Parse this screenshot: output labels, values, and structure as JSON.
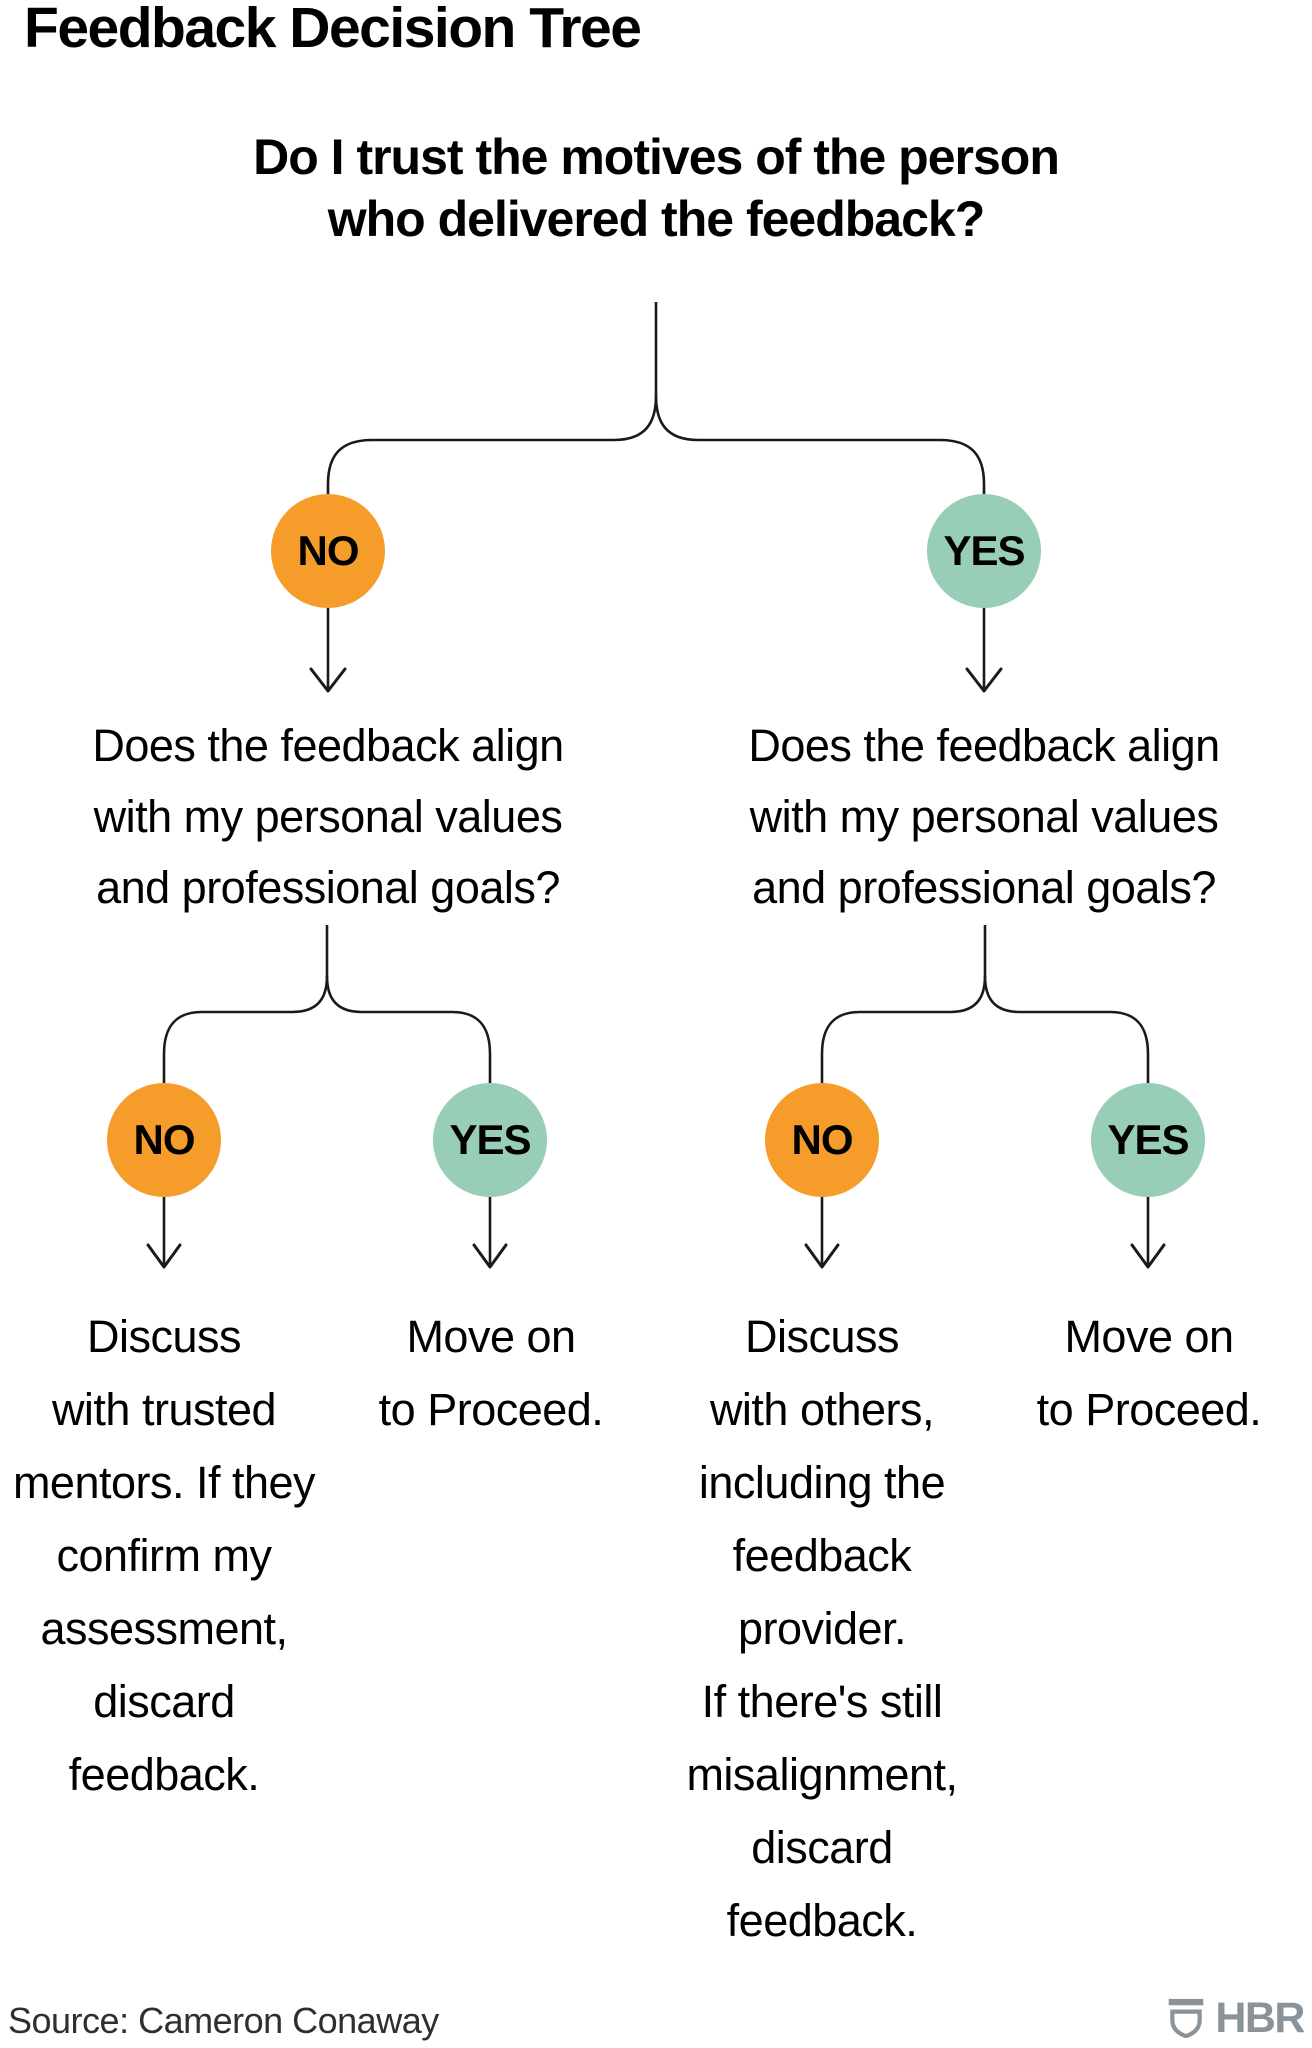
{
  "title": "Feedback Decision Tree",
  "colors": {
    "no_badge": "#F59C2B",
    "yes_badge": "#98CEB5",
    "connector_line": "#1A1A1A",
    "logo_gray": "#8A929A"
  },
  "tree": {
    "root_question": [
      "Do I trust the motives of the person",
      "who delivered the feedback?"
    ],
    "level1": {
      "no_label": "NO",
      "yes_label": "YES",
      "no_question": [
        "Does the feedback align",
        "with my personal values",
        "and professional goals?"
      ],
      "yes_question": [
        "Does the feedback align",
        "with my personal values",
        "and professional goals?"
      ]
    },
    "level2": {
      "no_branch": {
        "no_label": "NO",
        "yes_label": "YES",
        "no_outcome": [
          "Discuss",
          "with trusted",
          "mentors. If they",
          "confirm my",
          "assessment,",
          "discard",
          "feedback."
        ],
        "yes_outcome": [
          "Move on",
          "to Proceed."
        ]
      },
      "yes_branch": {
        "no_label": "NO",
        "yes_label": "YES",
        "no_outcome": [
          "Discuss",
          "with others,",
          "including the",
          "feedback",
          "provider.",
          "If there's still",
          "misalignment,",
          "discard",
          "feedback."
        ],
        "yes_outcome": [
          "Move on",
          "to Proceed."
        ]
      }
    }
  },
  "footer": {
    "source": "Source: Cameron Conaway",
    "logo_text": "HBR",
    "logo_icon": "hbr-shield-icon"
  }
}
